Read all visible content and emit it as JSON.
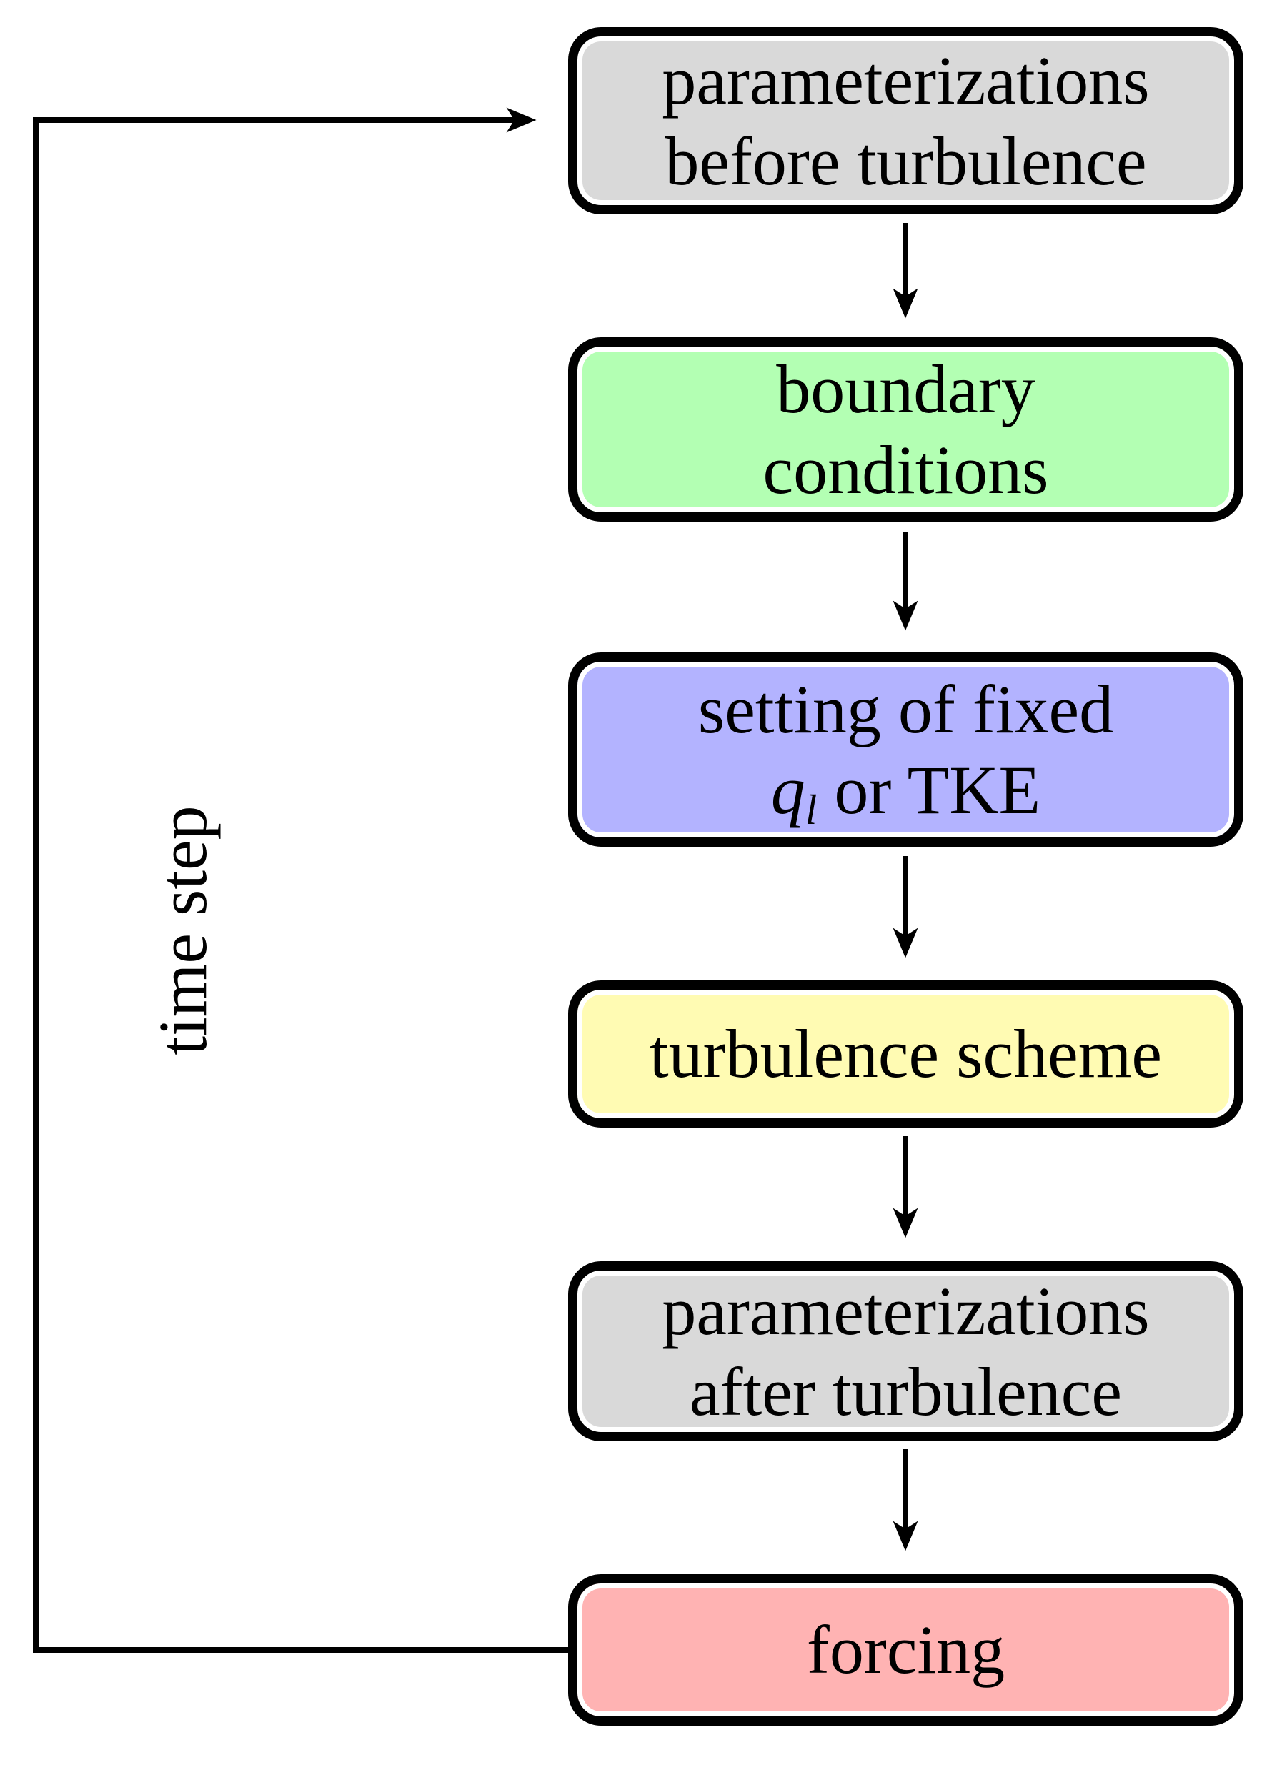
{
  "diagram": {
    "loop_label": "time step",
    "colors": {
      "background": "#FFFFFF",
      "border": "#000000",
      "line": "#000000",
      "fill_gray": "#D9D9D9",
      "fill_green": "#B3FFB3",
      "fill_purple": "#B3B3FF",
      "fill_yellow": "#FFFBB3",
      "fill_red": "#FFB3B3"
    },
    "nodes": [
      {
        "name": "parameterizations before turbulence",
        "lines": [
          "parameterizations",
          "before turbulence"
        ],
        "fill": "#D9D9D9"
      },
      {
        "name": "boundary conditions",
        "lines": [
          "boundary",
          "conditions"
        ],
        "fill": "#B3FFB3"
      },
      {
        "name": "setting of fixed ql or TKE",
        "lines": [
          "setting of fixed"
        ],
        "math": {
          "var": "q",
          "sub": "l",
          "rest": " or TKE"
        },
        "fill": "#B3B3FF"
      },
      {
        "name": "turbulence scheme",
        "lines": [
          "turbulence scheme"
        ],
        "fill": "#FFFBB3"
      },
      {
        "name": "parameterizations after turbulence",
        "lines": [
          "parameterizations",
          "after turbulence"
        ],
        "fill": "#D9D9D9"
      },
      {
        "name": "forcing",
        "lines": [
          "forcing"
        ],
        "fill": "#FFB3B3"
      }
    ]
  }
}
